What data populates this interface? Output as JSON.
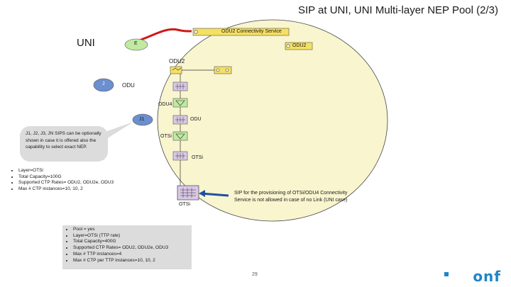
{
  "title": "SIP at UNI, UNI Multi-layer NEP Pool (2/3)",
  "uni_label": "UNI",
  "nodes": {
    "e": "E",
    "j": "J",
    "j1": "J1"
  },
  "labels": {
    "connectivity_service": "ODU2 Connectivity Service",
    "odu2_endpoint": "ODU2",
    "odu2_layer": "ODU2",
    "odu": "ODU",
    "odu4": "ODU4",
    "odu_j1": "ODU",
    "otsi_inner": "OTSi",
    "otsi_mid": "OTSi",
    "otsi_bottom": "OTSi"
  },
  "callout": "J1, J2, J3, JN SIPS can be optionally shown in case it is offered also the capability to select exact NEP.",
  "bullets_otsi": [
    "Layer=OTSi",
    "Total Capacity=100G",
    "Supported CTP Rates= ODU2, ODU2e, ODU3",
    "Max # CTP instances=10, 10, 2"
  ],
  "sip_note": "SIP for the provisioning of OTSi/ODU4 Connectivity Service is not allowed in case of no Link (UNI case)",
  "bullets_pool": [
    "Pool = yes",
    "Layer=OTSi (TTP rate)",
    "Total Capacity=400G",
    "Supported CTP Rates= ODU2, ODU2e, ODU3",
    "Max # TTP instances=4",
    "Max # CTP per TTP instances=10, 10, 2"
  ],
  "page_number": "29",
  "logo_text": "onf",
  "colors": {
    "domain_fill": "#f8f5cf",
    "node_fill": "#bfeaa0",
    "node_j_fill": "#6b8fcf",
    "conn_line": "#d01818",
    "endpoint_fill": "#f5e060",
    "arrow": "#1f4fa3",
    "brand": "#1f86c7"
  }
}
